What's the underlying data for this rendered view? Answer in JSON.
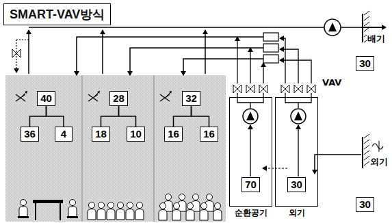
{
  "diagram": {
    "title": "SMART-VAV방식",
    "nodes": [
      {
        "text": [
          "40"
        ]
      },
      {
        "text": [
          "36"
        ]
      },
      {
        "text": [
          "4"
        ]
      },
      {
        "text": [
          "28"
        ]
      },
      {
        "text": [
          "18"
        ]
      },
      {
        "text": [
          "10"
        ]
      },
      {
        "text": [
          "32"
        ]
      },
      {
        "text": [
          "16"
        ]
      },
      {
        "text": [
          "16"
        ]
      },
      {
        "text": [
          "순환공기"
        ]
      },
      {
        "text": [
          "70"
        ],
        "in": 9
      },
      {
        "text": [
          "외기"
        ]
      },
      {
        "text": [
          "30"
        ],
        "in": 11
      },
      {
        "text": [
          "30"
        ]
      },
      {
        "text": [
          "30"
        ]
      }
    ],
    "edges": [
      {
        "from": 0,
        "to": 1,
        "arrow": "none"
      },
      {
        "from": 0,
        "to": 2,
        "arrow": "none"
      },
      {
        "from": 3,
        "to": 4,
        "arrow": "none"
      },
      {
        "from": 3,
        "to": 5,
        "arrow": "none"
      },
      {
        "from": 6,
        "to": 7,
        "arrow": "none"
      },
      {
        "from": 6,
        "to": 8,
        "arrow": "none"
      }
    ],
    "labels": [
      "VAV",
      "배기",
      "외기"
    ]
  }
}
